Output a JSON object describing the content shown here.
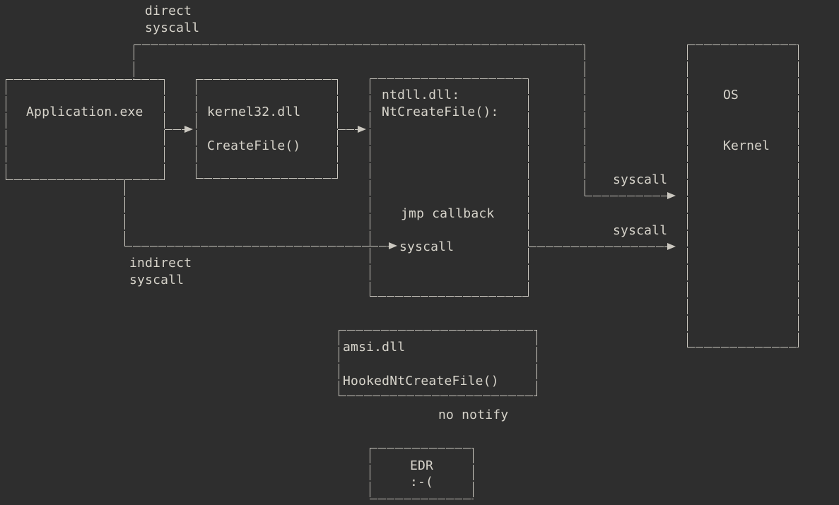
{
  "colors": {
    "background": "#2e2e2e",
    "line": "#cbc8c0",
    "text": "#d6d3ca"
  },
  "nodes": {
    "application": {
      "text": "Application.exe"
    },
    "kernel32": {
      "text": "kernel32.dll\n\nCreateFile()"
    },
    "ntdll": {
      "header": "ntdll.dll:\nNtCreateFile():",
      "jmp": "jmp callback",
      "syscall": "syscall"
    },
    "os_kernel": {
      "text": "OS\n\n\nKernel"
    },
    "amsi": {
      "text": "amsi.dll\n\nHookedNtCreateFile()"
    },
    "edr": {
      "text": "EDR\n:-("
    }
  },
  "labels": {
    "direct": "direct\nsyscall",
    "indirect": "indirect\nsyscall",
    "syscall_direct": "syscall",
    "syscall_indirect": "syscall",
    "no_notify": "no notify"
  },
  "edges": [
    {
      "from": "application",
      "to": "kernel32",
      "label": ""
    },
    {
      "from": "kernel32",
      "to": "ntdll",
      "label": ""
    },
    {
      "from": "application",
      "to": "os_kernel",
      "label": "direct syscall / syscall"
    },
    {
      "from": "application",
      "to": "ntdll",
      "label": "indirect syscall"
    },
    {
      "from": "ntdll",
      "to": "os_kernel",
      "label": "syscall"
    },
    {
      "from": "amsi",
      "to": "edr",
      "label": "no notify"
    }
  ]
}
